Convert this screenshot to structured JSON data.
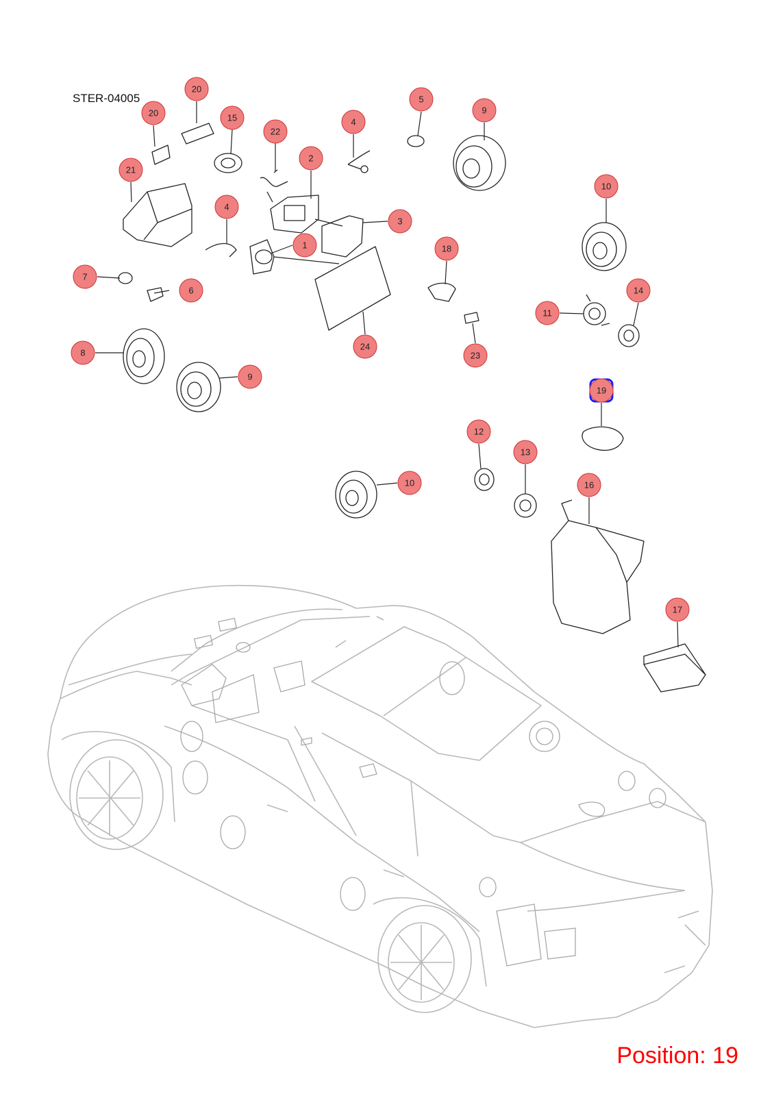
{
  "diagram_code": "STER-04005",
  "position_label": "Position: 19",
  "colors": {
    "callout_fill": "#f08080",
    "callout_stroke": "#cc3333",
    "highlight": "#1a1aff",
    "position_text": "#ff0000",
    "car_outline": "#b8b8b8",
    "part_line": "#222222"
  },
  "callouts": [
    {
      "label": "20",
      "highlighted": false
    },
    {
      "label": "20",
      "highlighted": false
    },
    {
      "label": "15",
      "highlighted": false
    },
    {
      "label": "22",
      "highlighted": false
    },
    {
      "label": "4",
      "highlighted": false
    },
    {
      "label": "5",
      "highlighted": false
    },
    {
      "label": "9",
      "highlighted": false
    },
    {
      "label": "2",
      "highlighted": false
    },
    {
      "label": "21",
      "highlighted": false
    },
    {
      "label": "4",
      "highlighted": false
    },
    {
      "label": "3",
      "highlighted": false
    },
    {
      "label": "1",
      "highlighted": false
    },
    {
      "label": "10",
      "highlighted": false
    },
    {
      "label": "18",
      "highlighted": false
    },
    {
      "label": "7",
      "highlighted": false
    },
    {
      "label": "6",
      "highlighted": false
    },
    {
      "label": "14",
      "highlighted": false
    },
    {
      "label": "11",
      "highlighted": false
    },
    {
      "label": "24",
      "highlighted": false
    },
    {
      "label": "23",
      "highlighted": false
    },
    {
      "label": "8",
      "highlighted": false
    },
    {
      "label": "9",
      "highlighted": false
    },
    {
      "label": "19",
      "highlighted": true
    },
    {
      "label": "12",
      "highlighted": false
    },
    {
      "label": "13",
      "highlighted": false
    },
    {
      "label": "10",
      "highlighted": false
    },
    {
      "label": "16",
      "highlighted": false
    },
    {
      "label": "17",
      "highlighted": false
    }
  ]
}
